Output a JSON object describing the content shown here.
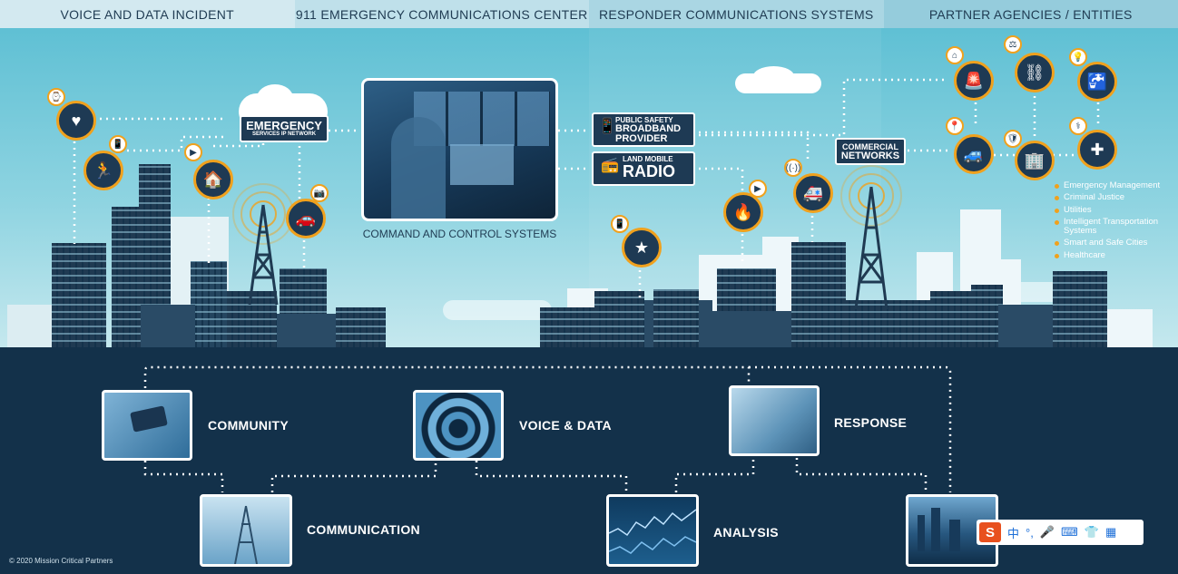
{
  "header": {
    "col1": "VOICE AND DATA INCIDENT",
    "col2": "911 EMERGENCY COMMUNICATIONS CENTER",
    "col3": "RESPONDER COMMUNICATIONS SYSTEMS",
    "col4": "PARTNER AGENCIES / ENTITIES"
  },
  "network": {
    "esinet_line1": "EMERGENCY",
    "esinet_line2": "SERVICES IP NETWORK",
    "command_label": "COMMAND AND CONTROL SYSTEMS",
    "broadband_line1": "PUBLIC SAFETY",
    "broadband_line2": "BROADBAND",
    "broadband_line3": "PROVIDER",
    "lmr_line1": "LAND MOBILE",
    "lmr_line2": "RADIO",
    "commercial_line1": "COMMERCIAL",
    "commercial_line2": "NETWORKS"
  },
  "legend": [
    "Emergency Management",
    "Criminal Justice",
    "Utilities",
    "Intelligent Transportation Systems",
    "Smart and Safe Cities",
    "Healthcare"
  ],
  "steps": {
    "community": "COMMUNITY",
    "communication": "COMMUNICATION",
    "voice_data": "VOICE & DATA",
    "analysis": "ANALYSIS",
    "response": "RESPONSE"
  },
  "footer": {
    "copyright": "© 2020 Mission Critical Partners"
  },
  "ime_toolbar": {
    "logo": "S",
    "lang": "中",
    "punct": "°,",
    "mic": "🎤",
    "keyboard": "⌨",
    "skin": "👕",
    "grid": "▦"
  },
  "colors": {
    "accent": "#f0a11d",
    "dark": "#13314a",
    "sky": "#5fc0d4"
  }
}
